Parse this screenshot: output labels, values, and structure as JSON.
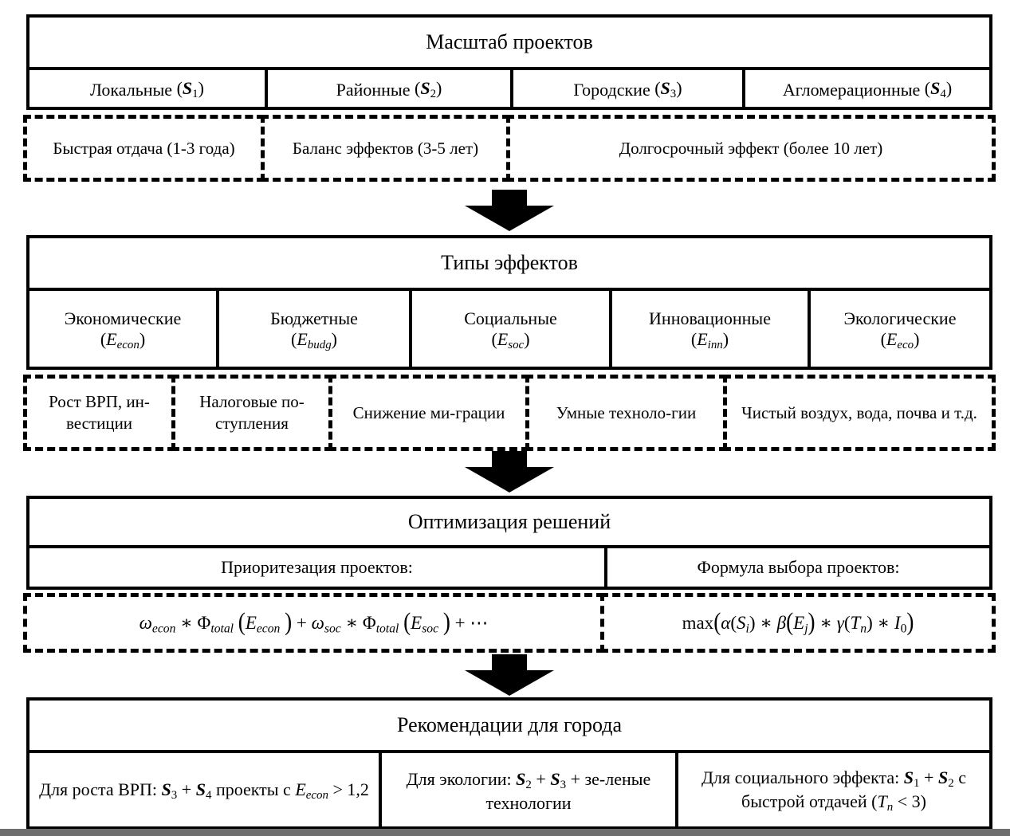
{
  "diagram": {
    "blocks": [
      {
        "id": "scale-of-projects",
        "title": "Масштаб проектов",
        "scale_items": [
          {
            "label": "Локальные",
            "symbol": "S",
            "index": "1"
          },
          {
            "label": "Районные",
            "symbol": "S",
            "index": "2"
          },
          {
            "label": "Городские",
            "symbol": "S",
            "index": "3"
          },
          {
            "label": "Агломерационные",
            "symbol": "S",
            "index": "4"
          }
        ],
        "horizon_items": [
          "Быстрая отдача (1-3 года)",
          "Баланс эффектов (3-5 лет)",
          "Долгосрочный эффект (более 10 лет)"
        ]
      },
      {
        "id": "effect-types",
        "title": "Типы эффектов",
        "effect_items": [
          {
            "label": "Экономические",
            "symbol": "E",
            "index": "econ"
          },
          {
            "label": "Бюджетные",
            "symbol": "E",
            "index": "budg"
          },
          {
            "label": "Социальные",
            "symbol": "E",
            "index": "soc"
          },
          {
            "label": "Инновационные",
            "symbol": "E",
            "index": "inn"
          },
          {
            "label": "Экологические",
            "symbol": "E",
            "index": "eco"
          }
        ],
        "effect_examples": [
          "Рост ВРП, ин-вестиции",
          "Налоговые по-ступления",
          "Снижение ми-грации",
          "Умные техноло-гии",
          "Чистый воздух, вода, почва и т.д."
        ]
      },
      {
        "id": "decision-optimization",
        "title": "Оптимизация решений",
        "columns": [
          "Приоритезация проектов:",
          "Формула выбора проектов:"
        ],
        "formulas": [
          "ω_econ * Φ_total (E_econ ) + ω_soc * Φ_total (E_soc ) + ⋯",
          "max(α(S_i) * β(E_j) * γ(T_n) * I_0)"
        ]
      },
      {
        "id": "city-recommendations",
        "title": "Рекомендации для города",
        "recommendations": [
          "Для роста ВРП: S3 + S4 проекты с E_econ > 1,2",
          "Для экологии: S2 + S3 + зе-леные технологии",
          "Для социального эффекта: S1 + S2 с быстрой отдачей (Tn < 3)"
        ]
      }
    ],
    "arrows": [
      "down-arrow-1",
      "down-arrow-2",
      "down-arrow-3"
    ],
    "colors": {
      "line": "#000000",
      "background": "#ffffff",
      "bottom_bar": "#6e6e6e"
    }
  }
}
